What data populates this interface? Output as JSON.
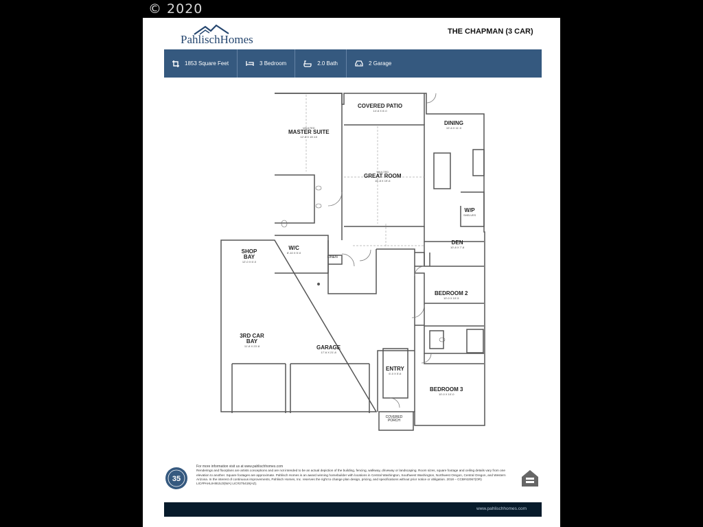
{
  "copyright": "© 2020",
  "brand": {
    "name": "PahlischHomes",
    "plan_title": "THE CHAPMAN (3 CAR)"
  },
  "specs": [
    {
      "icon": "square-footage-icon",
      "label": "1853 Square Feet"
    },
    {
      "icon": "bed-icon",
      "label": "3 Bedroom"
    },
    {
      "icon": "bath-icon",
      "label": "2.0 Bath"
    },
    {
      "icon": "car-icon",
      "label": "2 Garage"
    }
  ],
  "rooms": {
    "covered_patio": {
      "name": "COVERED PATIO",
      "dim": "14'-6 x 6'-0"
    },
    "master_suite": {
      "name": "MASTER SUITE",
      "dim": "12'-6 x 15'-10",
      "note": "VAULTED"
    },
    "great_room": {
      "name": "GREAT ROOM",
      "dim": "15'-8 x 19'-6",
      "note": "VAULTED"
    },
    "dining": {
      "name": "DINING",
      "dim": "10'-6 x 11'-0"
    },
    "wip": {
      "name": "W/P",
      "note": "SHELVES"
    },
    "wic": {
      "name": "W/C",
      "dim": "8'-10 x 5'-0"
    },
    "linen": {
      "name": "LINEN"
    },
    "den": {
      "name": "DEN",
      "dim": "10'-8 x 7'-8"
    },
    "shop_bay": {
      "name": "SHOP BAY",
      "dim": "12'-0 x 6'-0"
    },
    "bedroom_2": {
      "name": "BEDROOM 2",
      "dim": "10'-0 x 10'-5"
    },
    "third_car_bay": {
      "name": "3RD CAR BAY",
      "dim": "11'-8 x 23'-8"
    },
    "garage": {
      "name": "GARAGE",
      "dim": "17'-6 x 21'-8"
    },
    "entry": {
      "name": "ENTRY",
      "dim": "6'-0 x 5'-6"
    },
    "bedroom_3": {
      "name": "BEDROOM 3",
      "dim": "10'-0 x 10'-0"
    },
    "covered_porch": {
      "name": "COVERED PORCH"
    }
  },
  "footer": {
    "link": "For more information visit us at www.pahlischhomes.com",
    "disclaimer": "Renderings and floorplans are artists conceptions and are not intended to be an actual depiction of the building, fencing, walkway, driveway or landscaping. Room sizes, square footage and ceiling details vary from one elevation to another. Square footages are approximate. Pahlisch Homes is an award winning homebuilder with locations in Central Washington, Southwest Washington, Northwest Oregon, Central Oregon, and Western Arizona. In the interest of continuous improvements, Pahlisch Homes, Inc. reserves the right to change plan design, pricing, and specifications without prior notice or obligation. 2018 – CCB#42067(OR) LIC#PAHLIHI915J3(WA) LIC#275419(AZ).",
    "badge": "35",
    "site": "www.pahlischhomes.com"
  }
}
